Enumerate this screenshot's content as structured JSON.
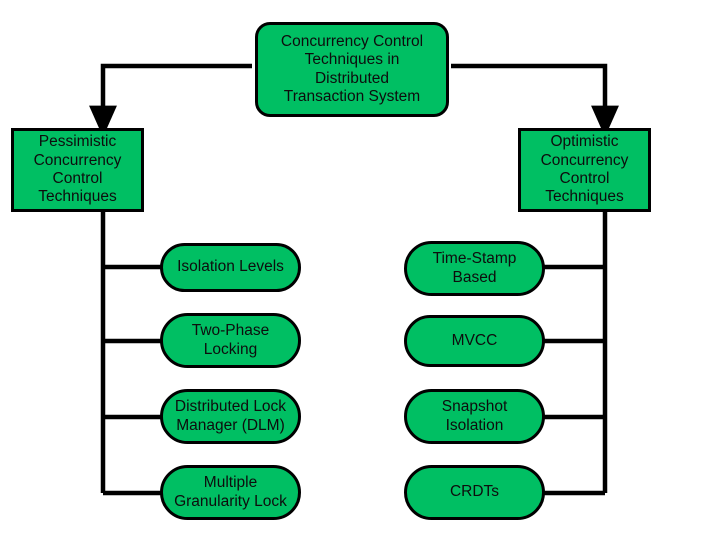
{
  "diagram": {
    "title_node": {
      "label": "Concurrency Control\nTechniques in\nDistributed\nTransaction System",
      "shape": "rounded-rectangle"
    },
    "background_color": "#ffffff",
    "node_fill_color": "#00BF63",
    "node_border_color": "#000000",
    "connector_color": "#000000",
    "branches": [
      {
        "id": "pessimistic",
        "label": "Pessimistic\nConcurrency Control\nTechniques",
        "shape": "rectangle",
        "side": "left",
        "children": [
          {
            "id": "isolation-levels",
            "label": "Isolation Levels"
          },
          {
            "id": "two-phase-locking",
            "label": "Two-Phase\nLocking"
          },
          {
            "id": "distributed-lock-manager",
            "label": "Distributed Lock\nManager (DLM)"
          },
          {
            "id": "multiple-granularity-lock",
            "label": "Multiple\nGranularity Lock"
          }
        ]
      },
      {
        "id": "optimistic",
        "label": "Optimistic\nConcurrency Control\nTechniques",
        "shape": "rectangle",
        "side": "right",
        "children": [
          {
            "id": "time-stamp-based",
            "label": "Time-Stamp\nBased"
          },
          {
            "id": "mvcc",
            "label": "MVCC"
          },
          {
            "id": "snapshot-isolation",
            "label": "Snapshot\nIsolation"
          },
          {
            "id": "crdts",
            "label": "CRDTs"
          }
        ]
      }
    ]
  }
}
